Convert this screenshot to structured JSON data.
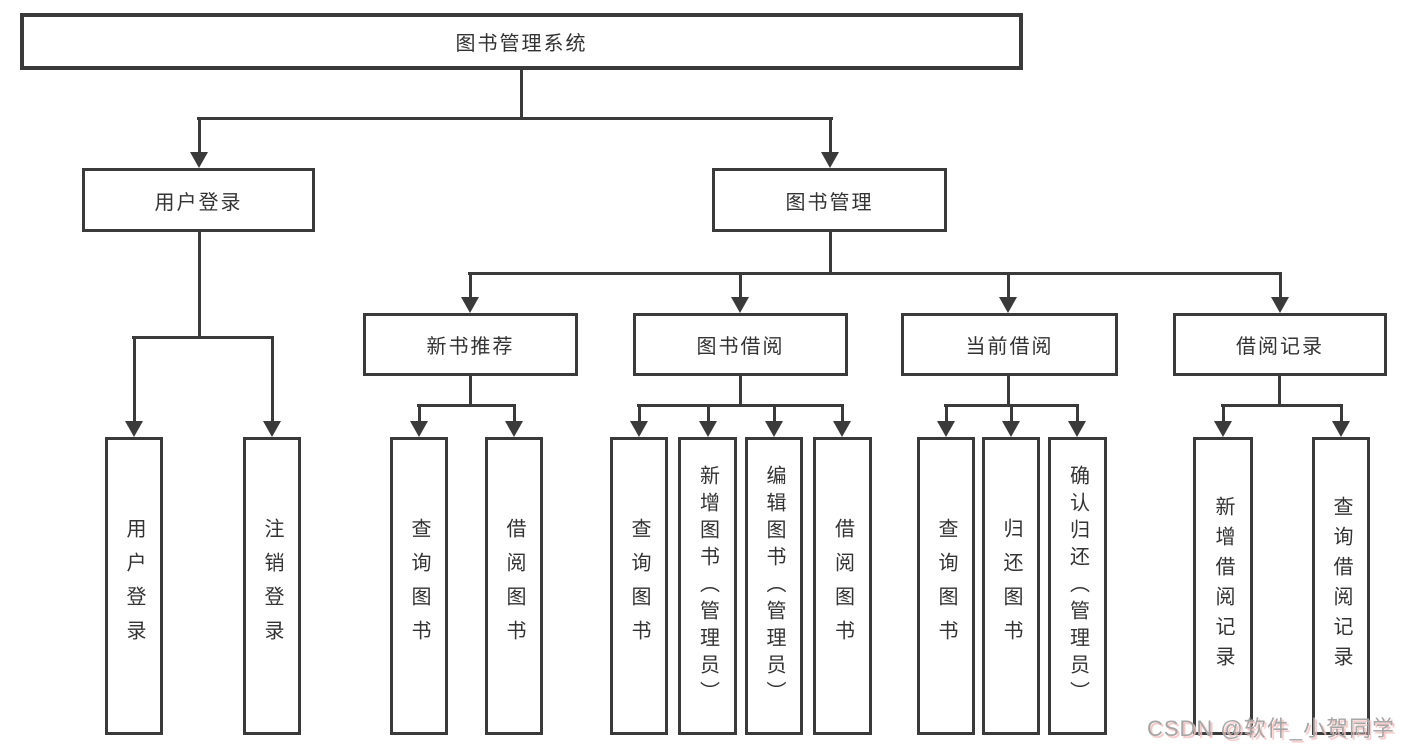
{
  "diagram": {
    "root": "图书管理系统",
    "level2": [
      "用户登录",
      "图书管理"
    ],
    "level3": [
      "新书推荐",
      "图书借阅",
      "当前借阅",
      "借阅记录"
    ],
    "leaves": {
      "user_login": [
        "用户登录",
        "注销登录"
      ],
      "new_books": [
        "查询图书",
        "借阅图书"
      ],
      "book_borrow": [
        "查询图书",
        "新增图书（管理员）",
        "编辑图书（管理员）",
        "借阅图书"
      ],
      "current_borrow": [
        "查询图书",
        "归还图书",
        "确认归还（管理员）"
      ],
      "borrow_records": [
        "新增借阅记录",
        "查询借阅记录"
      ]
    }
  },
  "watermark": "CSDN @软件_小贺同学",
  "colors": {
    "line": "#3a3a3a",
    "text": "#333333",
    "background": "#ffffff",
    "watermark": "#a6a6a6",
    "watermark_shadow": "#f3c2c2"
  }
}
